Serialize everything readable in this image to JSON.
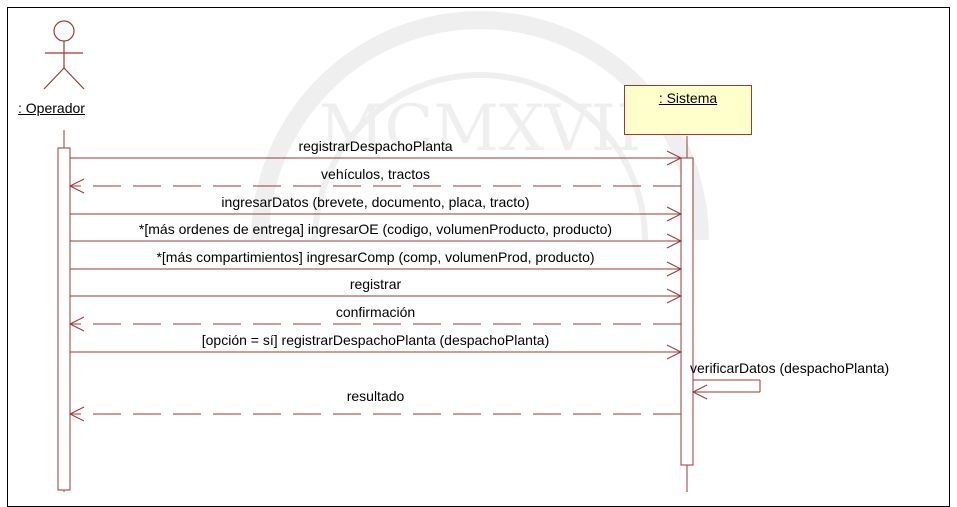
{
  "actors": {
    "operador": ": Operador",
    "sistema": ": Sistema"
  },
  "messages": [
    {
      "label": "registrarDespachoPlanta",
      "direction": "right",
      "kind": "sync"
    },
    {
      "label": "vehículos, tractos",
      "direction": "left",
      "kind": "return"
    },
    {
      "label": "ingresarDatos (brevete, documento, placa, tracto)",
      "direction": "right",
      "kind": "sync"
    },
    {
      "label": "*[más ordenes de entrega] ingresarOE (codigo, volumenProducto, producto)",
      "direction": "right",
      "kind": "sync"
    },
    {
      "label": "*[más compartimientos] ingresarComp (comp, volumenProd, producto)",
      "direction": "right",
      "kind": "sync"
    },
    {
      "label": "registrar",
      "direction": "right",
      "kind": "sync"
    },
    {
      "label": "confirmación",
      "direction": "left",
      "kind": "return"
    },
    {
      "label": "[opción = sí] registrarDespachoPlanta (despachoPlanta)",
      "direction": "right",
      "kind": "sync"
    },
    {
      "label": "verificarDatos (despachoPlanta)",
      "direction": "self",
      "kind": "self"
    },
    {
      "label": "resultado",
      "direction": "left",
      "kind": "return"
    }
  ],
  "watermark_text": "MCMXVII",
  "colors": {
    "line": "#9a3a3a",
    "object_fill": "#ffffcc",
    "text": "#000000"
  }
}
